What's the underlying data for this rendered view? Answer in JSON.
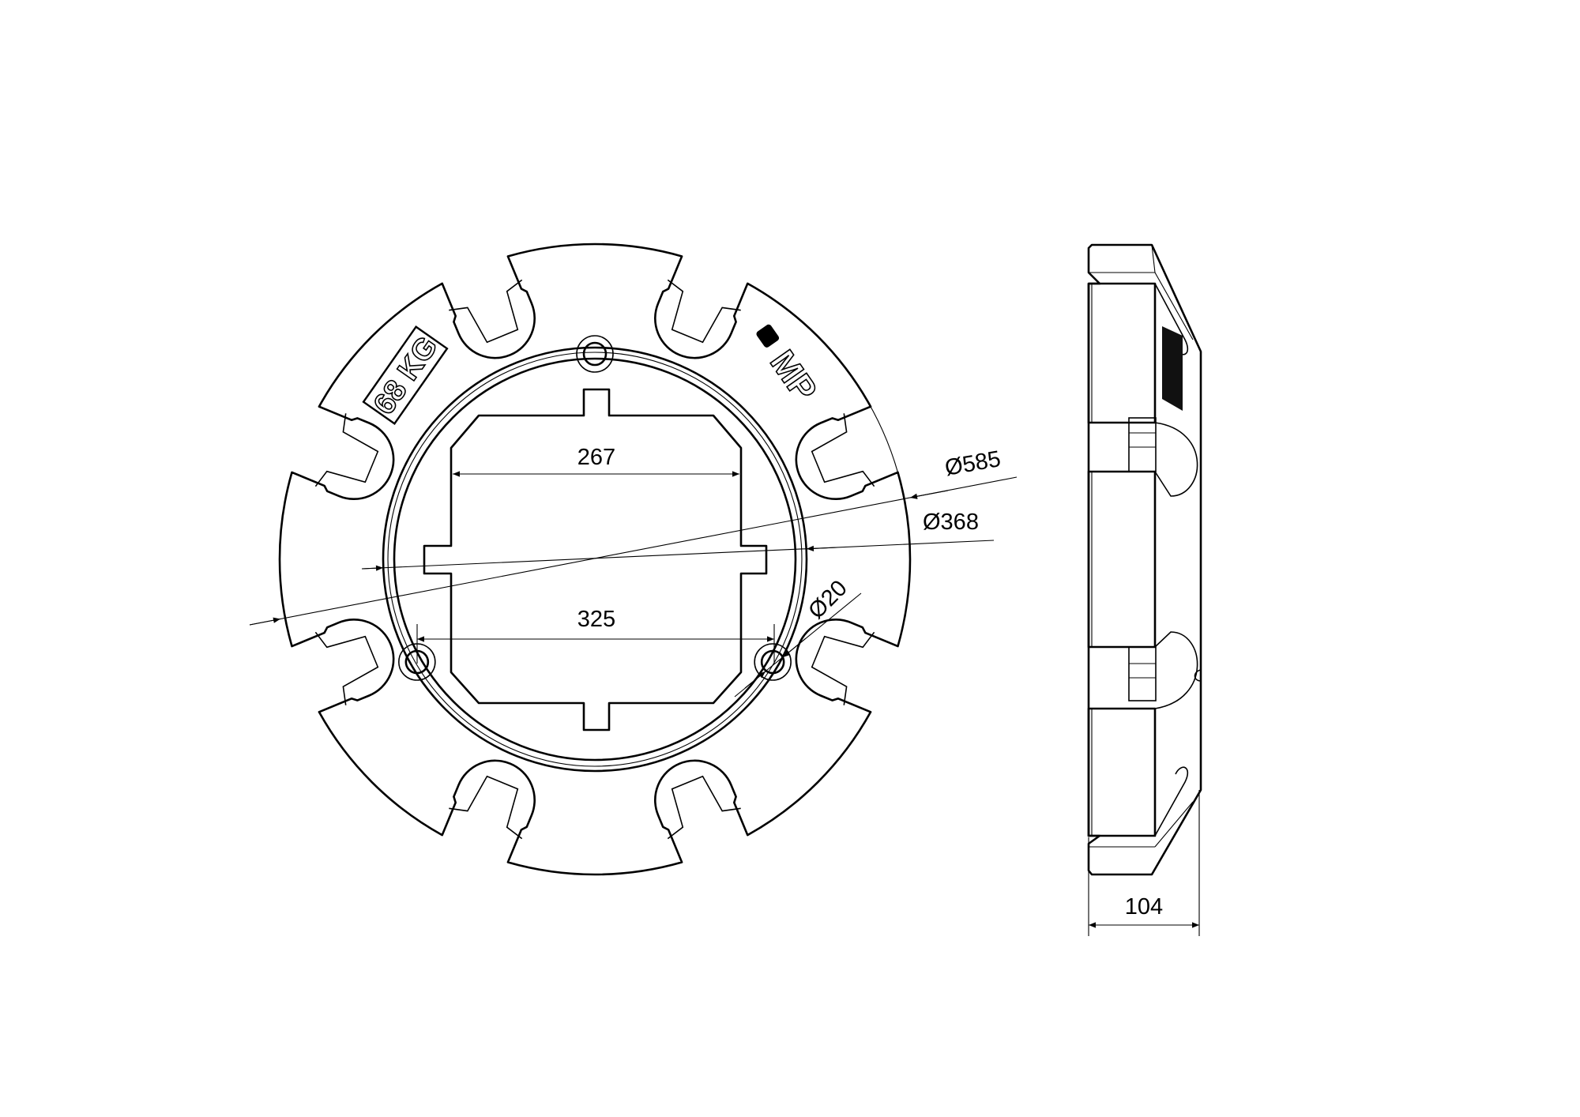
{
  "labels": {
    "weight": "68 KG",
    "brand": "MP"
  },
  "dimensions": {
    "inner_width": "267",
    "hole_spacing": "325",
    "outer_diameter": "Ø585",
    "ring_diameter": "Ø368",
    "hole_diameter": "Ø20",
    "thickness": "104"
  },
  "colors": {
    "line": "#000000",
    "background": "#ffffff"
  }
}
